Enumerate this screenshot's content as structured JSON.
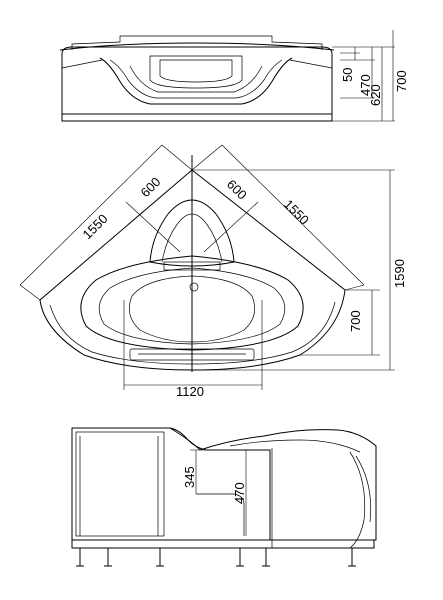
{
  "diagram": {
    "front_view": {
      "dim_50": "50",
      "dim_470": "470",
      "dim_620": "620",
      "dim_700": "700"
    },
    "top_view": {
      "dim_600_left": "600",
      "dim_600_right": "600",
      "dim_1550_left": "1550",
      "dim_1550_right": "1550",
      "dim_1590": "1590",
      "dim_700": "700",
      "dim_1120": "1120"
    },
    "side_view": {
      "dim_345": "345",
      "dim_470": "470"
    }
  }
}
